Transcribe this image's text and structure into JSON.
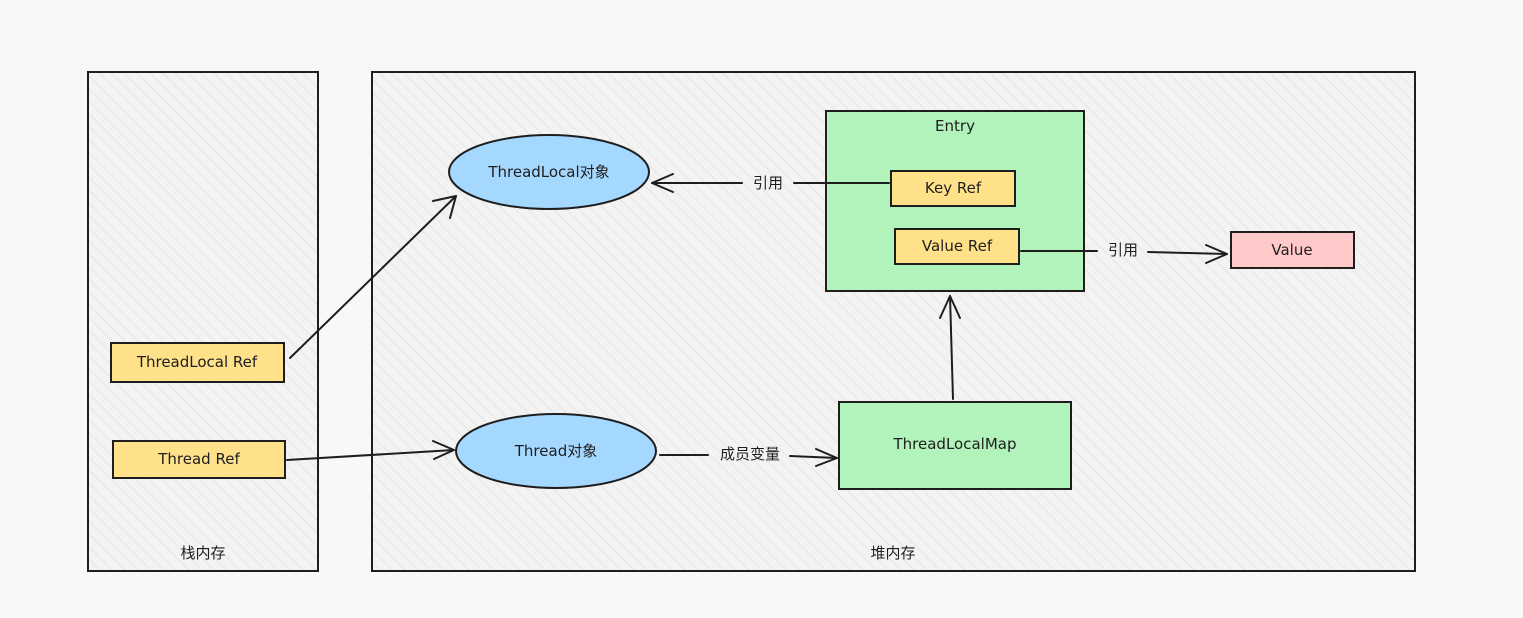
{
  "regions": {
    "stack": {
      "label": "栈内存"
    },
    "heap": {
      "label": "堆内存"
    }
  },
  "stack_refs": {
    "threadlocal_ref": "ThreadLocal Ref",
    "thread_ref": "Thread Ref"
  },
  "heap_objects": {
    "threadlocal_obj": "ThreadLocal对象",
    "thread_obj": "Thread对象",
    "threadlocalmap": "ThreadLocalMap",
    "value": "Value"
  },
  "entry": {
    "title": "Entry",
    "key_ref": "Key Ref",
    "value_ref": "Value Ref"
  },
  "edge_labels": {
    "key_to_threadlocal": "引用",
    "valueref_to_value": "引用",
    "thread_to_map": "成员变量"
  },
  "colors": {
    "background": "#f8f8f8",
    "region_fill": "#eeeeee",
    "ref_box": "#ffe18a",
    "ellipse": "#a5d8ff",
    "map_green": "#b2f2bb",
    "value_pink": "#ffc9c9",
    "stroke": "#1e1e1e"
  }
}
